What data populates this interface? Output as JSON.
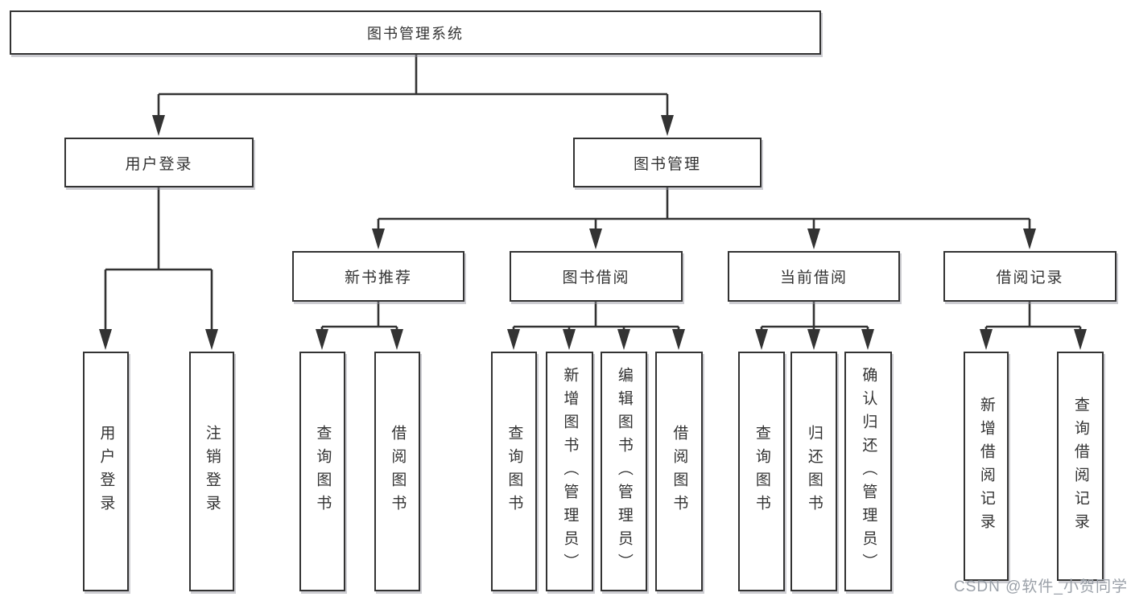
{
  "nodes": {
    "root": {
      "label": "图书管理系统"
    },
    "user_login": {
      "label": "用户登录"
    },
    "book_mgmt": {
      "label": "图书管理"
    },
    "new_book": {
      "label": "新书推荐"
    },
    "book_borrow": {
      "label": "图书借阅"
    },
    "current": {
      "label": "当前借阅"
    },
    "records": {
      "label": "借阅记录"
    },
    "ul_login": {
      "label": "用户登录"
    },
    "ul_logout": {
      "label": "注销登录"
    },
    "nb_query": {
      "label": "查询图书"
    },
    "nb_borrow": {
      "label": "借阅图书"
    },
    "bb_query": {
      "label": "查询图书"
    },
    "bb_add": {
      "label": "新增图书（管理员）"
    },
    "bb_edit": {
      "label": "编辑图书（管理员）"
    },
    "bb_borrow": {
      "label": "借阅图书"
    },
    "cb_query": {
      "label": "查询图书"
    },
    "cb_return": {
      "label": "归还图书"
    },
    "cb_confirm": {
      "label": "确认归还（管理员）"
    },
    "br_add": {
      "label": "新增借阅记录"
    },
    "br_query": {
      "label": "查询借阅记录"
    }
  },
  "hierarchy": {
    "图书管理系统": {
      "用户登录": [
        "用户登录",
        "注销登录"
      ],
      "图书管理": {
        "新书推荐": [
          "查询图书",
          "借阅图书"
        ],
        "图书借阅": [
          "查询图书",
          "新增图书（管理员）",
          "编辑图书（管理员）",
          "借阅图书"
        ],
        "当前借阅": [
          "查询图书",
          "归还图书",
          "确认归还（管理员）"
        ],
        "借阅记录": [
          "新增借阅记录",
          "查询借阅记录"
        ]
      }
    }
  },
  "watermark": {
    "text": "CSDN @软件_小贺同学"
  },
  "colors": {
    "line": "#333333",
    "box_border": "#333333",
    "box_fill": "#ffffff",
    "text": "#333333",
    "watermark": "#9aa0a8",
    "bg": "#ffffff"
  }
}
